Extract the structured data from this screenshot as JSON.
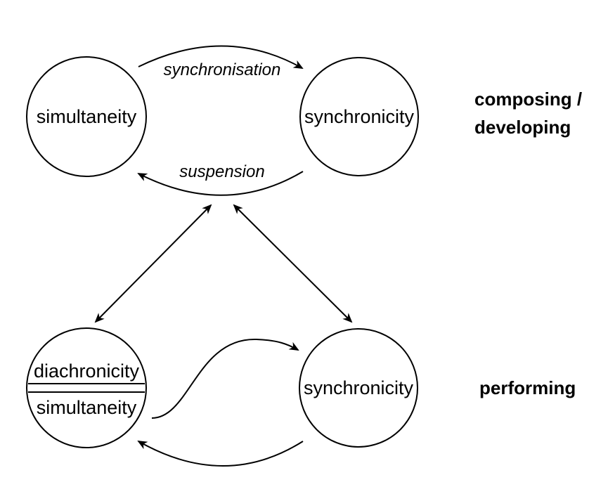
{
  "nodes": {
    "top_left": {
      "label": "simultaneity"
    },
    "top_right": {
      "label": "synchronicity"
    },
    "bottom_left": {
      "top_label": "diachronicity",
      "bottom_label": "simultaneity"
    },
    "bottom_right": {
      "label": "synchronicity"
    }
  },
  "edges": {
    "top_forward": {
      "label": "synchronisation"
    },
    "top_backward": {
      "label": "suspension"
    }
  },
  "side_labels": {
    "top_line1": "composing /",
    "top_line2": "developing",
    "bottom": "performing"
  },
  "colors": {
    "stroke": "#000000",
    "background": "#ffffff"
  }
}
